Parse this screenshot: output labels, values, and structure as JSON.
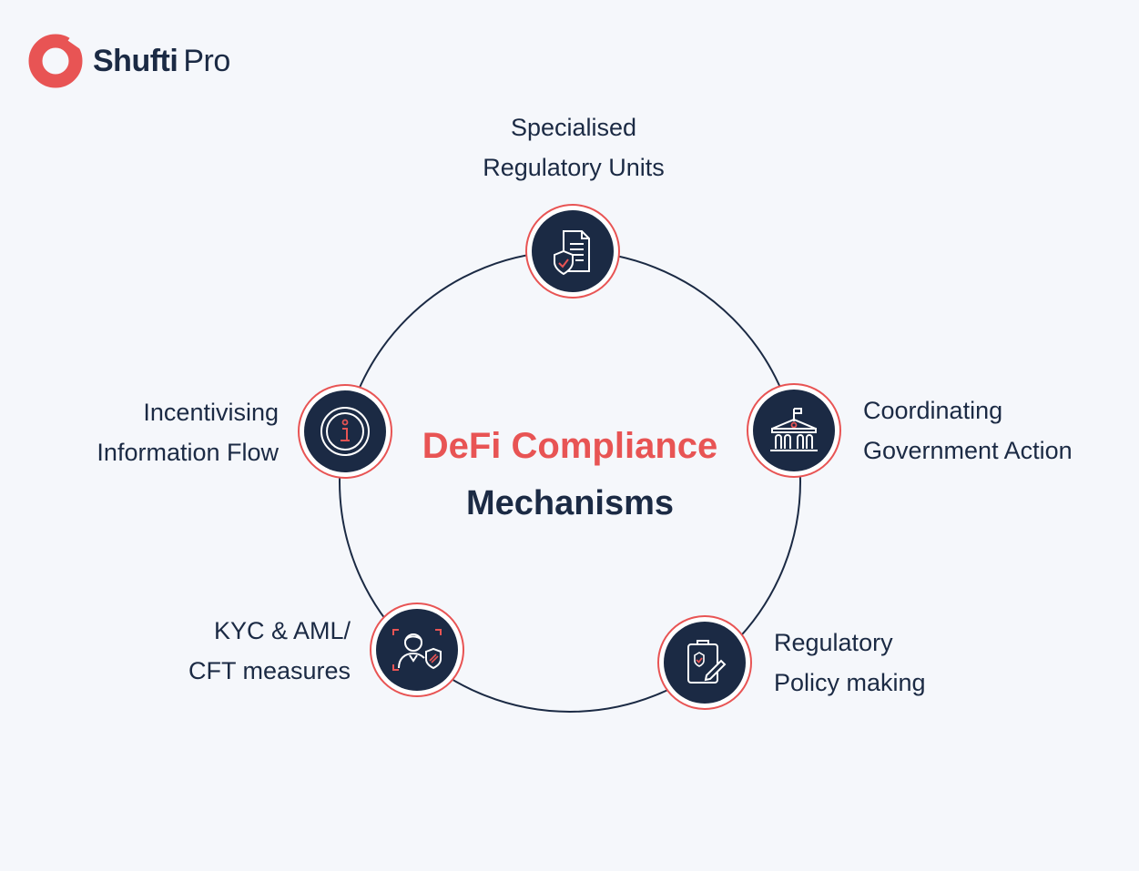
{
  "brand": {
    "name_bold": "Shufti",
    "name_light": "Pro",
    "accent_color": "#e85454",
    "dark_color": "#1b2a44"
  },
  "title": {
    "line1": "DeFi Compliance",
    "line2": "Mechanisms"
  },
  "nodes": [
    {
      "id": "specialised-regulatory-units",
      "icon": "document-shield-icon",
      "label_lines": [
        "Specialised",
        "Regulatory Units"
      ]
    },
    {
      "id": "coordinating-government-action",
      "icon": "government-building-icon",
      "label_lines": [
        "Coordinating",
        "Government Action"
      ]
    },
    {
      "id": "regulatory-policy-making",
      "icon": "policy-document-pen-icon",
      "label_lines": [
        "Regulatory",
        "Policy making"
      ]
    },
    {
      "id": "kyc-aml-cft-measures",
      "icon": "user-verification-icon",
      "label_lines": [
        "KYC & AML/",
        "CFT measures"
      ]
    },
    {
      "id": "incentivising-information-flow",
      "icon": "info-circle-icon",
      "label_lines": [
        "Incentivising",
        "Information Flow"
      ]
    }
  ]
}
